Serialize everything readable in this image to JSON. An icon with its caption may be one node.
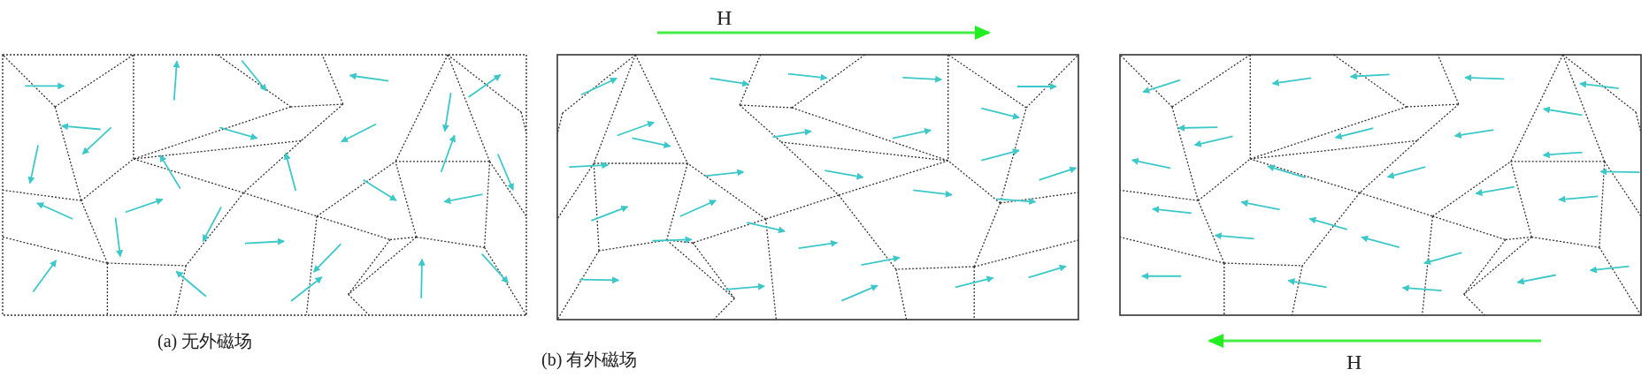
{
  "diagram": {
    "labels": [
      "H",
      "(a) 无外磁场",
      "(b) 有外磁场",
      "H"
    ]
  }
}
